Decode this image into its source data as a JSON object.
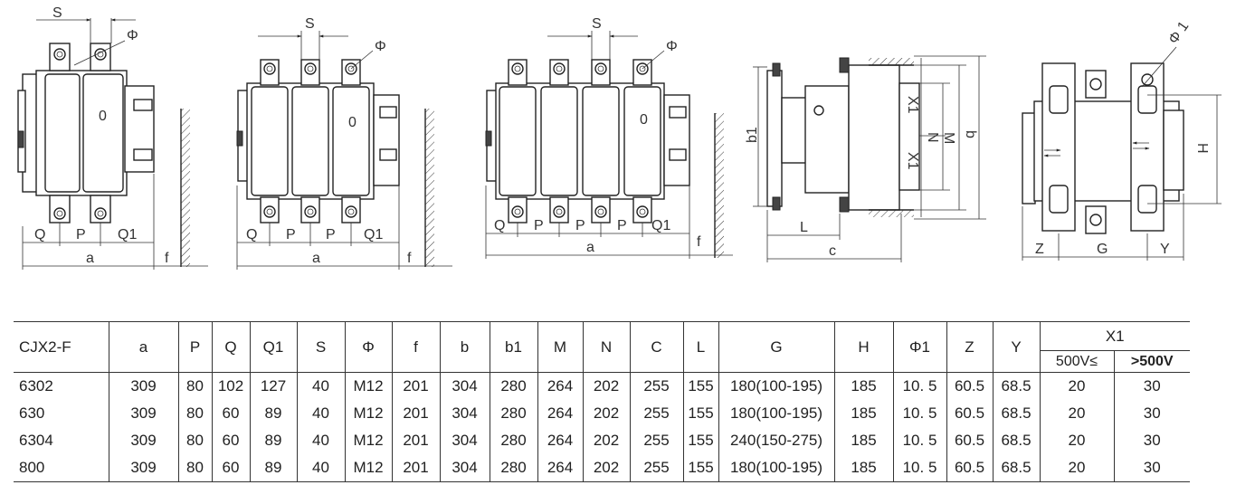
{
  "diagram_labels": {
    "d1": {
      "S": "S",
      "phi": "Φ",
      "Q": "Q",
      "P": "P",
      "Q1": "Q1",
      "a": "a",
      "f": "f",
      "o": "0"
    },
    "d2": {
      "S": "S",
      "phi": "Φ",
      "Q": "Q",
      "P1": "P",
      "P2": "P",
      "Q1": "Q1",
      "a": "a",
      "f": "f",
      "o": "0"
    },
    "d3": {
      "S": "S",
      "phi": "Φ",
      "Q": "Q",
      "P1": "P",
      "P2": "P",
      "P3": "P",
      "Q1": "Q1",
      "a": "a",
      "f": "f",
      "o": "0"
    },
    "d4": {
      "b1": "b1",
      "X1a": "X1",
      "X1b": "X1",
      "N": "N",
      "M": "M",
      "b": "b",
      "L": "L",
      "c": "c"
    },
    "d5": {
      "phi1": "Φ 1",
      "H": "H",
      "Z": "Z",
      "G": "G",
      "Y": "Y"
    }
  },
  "table": {
    "headers": [
      "CJX2-F",
      "a",
      "P",
      "Q",
      "Q1",
      "S",
      "Φ",
      "f",
      "b",
      "b1",
      "M",
      "N",
      "C",
      "L",
      "G",
      "H",
      "Φ1",
      "Z",
      "Y"
    ],
    "x1_header": "X1",
    "x1_sub": [
      "500V≤",
      ">500V"
    ],
    "rows": [
      [
        "6302",
        "309",
        "80",
        "102",
        "127",
        "40",
        "M12",
        "201",
        "304",
        "280",
        "264",
        "202",
        "255",
        "155",
        "180(100-195)",
        "185",
        "10. 5",
        "60.5",
        "68.5",
        "20",
        "30"
      ],
      [
        "630",
        "309",
        "80",
        "60",
        "89",
        "40",
        "M12",
        "201",
        "304",
        "280",
        "264",
        "202",
        "255",
        "155",
        "180(100-195)",
        "185",
        "10. 5",
        "60.5",
        "68.5",
        "20",
        "30"
      ],
      [
        "6304",
        "309",
        "80",
        "60",
        "89",
        "40",
        "M12",
        "201",
        "304",
        "280",
        "264",
        "202",
        "255",
        "155",
        "240(150-275)",
        "185",
        "10. 5",
        "60.5",
        "68.5",
        "20",
        "30"
      ],
      [
        "800",
        "309",
        "80",
        "60",
        "89",
        "40",
        "M12",
        "201",
        "304",
        "280",
        "264",
        "202",
        "255",
        "155",
        "180(100-195)",
        "185",
        "10. 5",
        "60.5",
        "68.5",
        "20",
        "30"
      ]
    ]
  }
}
